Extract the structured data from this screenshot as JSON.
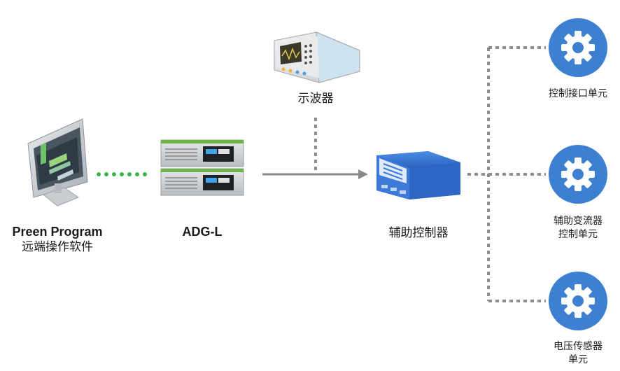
{
  "nodes": {
    "software": {
      "name_line1": "Preen Program",
      "name_line2": "远端操作软件"
    },
    "adgl": {
      "name": "ADG-L"
    },
    "oscilloscope": {
      "name": "示波器"
    },
    "aux_controller": {
      "name": "辅助控制器"
    },
    "unit_interface": {
      "name": "控制接口单元"
    },
    "unit_aux_inverter": {
      "name_line1": "辅助变流器",
      "name_line2": "控制单元"
    },
    "unit_voltage_sensor": {
      "name_line1": "电压传感器",
      "name_line2": "单元"
    }
  },
  "colors": {
    "gear_blue": "#3d7fd0",
    "link_green": "#3bb54a",
    "arrow_gray": "#8a8a8a",
    "dotted_gray": "#8c8c8c",
    "controller_blue": "#2f6fd1",
    "scope_screen": "#3b3a2a"
  }
}
